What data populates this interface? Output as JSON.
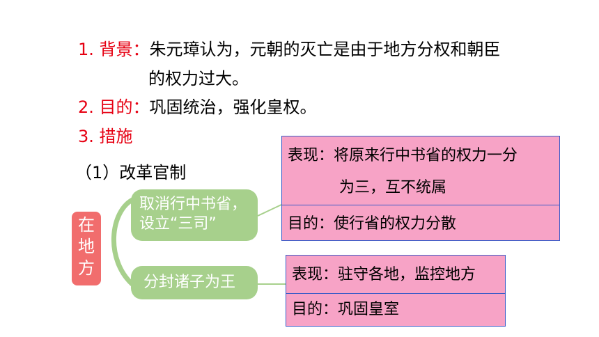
{
  "background": {
    "label": "1. 背景：",
    "text_line1": "朱元璋认为，元朝的灭亡是由于地方分权和朝臣",
    "text_line2": "的权力过大。"
  },
  "purpose": {
    "label": "2. 目的：",
    "text": "巩固统治，强化皇权。"
  },
  "measures": {
    "label": "3. 措施"
  },
  "subheading": "（1）改革官制",
  "reform_box": {
    "text": "在地方"
  },
  "measure_items": [
    {
      "line1": "取消行中书省，",
      "line2": "设立“三司”",
      "detail_manifest_line1": "表现：将原来行中书省的权力一分",
      "detail_manifest_line2": "为三，互不统属",
      "detail_purpose": "目的：使行省的权力分散"
    },
    {
      "line1": "分封诸子为王",
      "detail_manifest": "表现：驻守各地，监控地方",
      "detail_purpose": "目的：巩固皇室"
    }
  ],
  "colors": {
    "heading_red": "#e60012",
    "reform_box": "#f16d6d",
    "measure_green": "#a7d08c",
    "detail_pink": "#f7a3c6",
    "detail_border": "#3a5bc7",
    "bracket_green": "#a7d08c"
  }
}
